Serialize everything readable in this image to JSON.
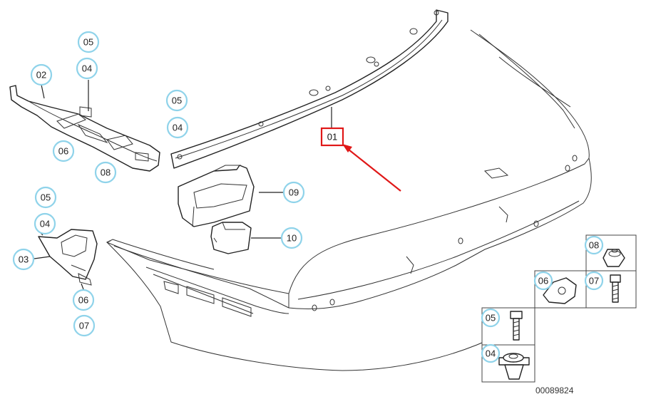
{
  "callouts": {
    "c01": "01",
    "c02": "02",
    "c03": "03",
    "c04_a": "04",
    "c04_b": "04",
    "c04_c": "04",
    "c04_d": "04",
    "c05_a": "05",
    "c05_b": "05",
    "c05_c": "05",
    "c05_d": "05",
    "c06_a": "06",
    "c06_b": "06",
    "c06_c": "06",
    "c07_a": "07",
    "c07_b": "07",
    "c08_a": "08",
    "c08_b": "08",
    "c09": "09",
    "c10": "10"
  },
  "diagram_ref": "00089824",
  "colors": {
    "highlight": "#e01818",
    "callout_ring": "#8fd3ea"
  }
}
